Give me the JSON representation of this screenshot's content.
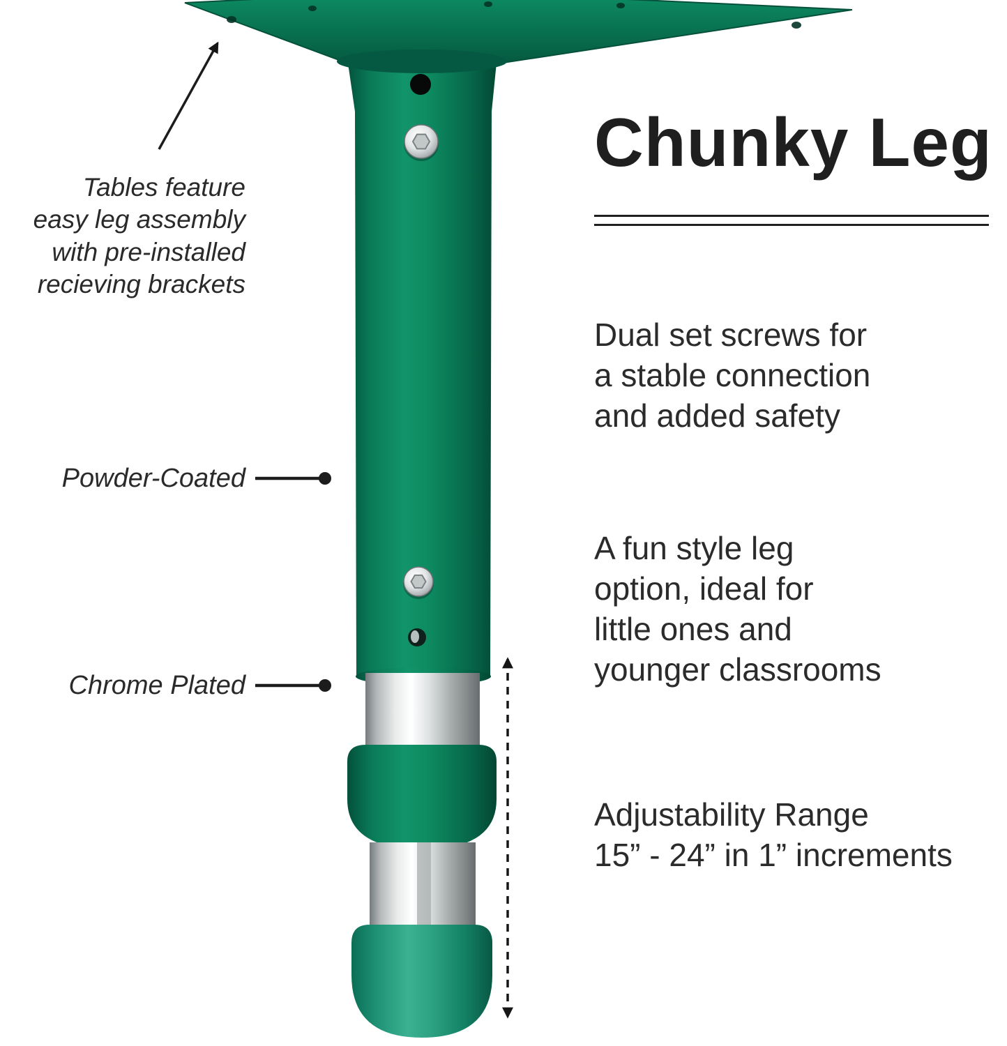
{
  "title": "Chunky Leg",
  "left_callouts": {
    "assembly_lines": [
      "Tables feature",
      "easy leg assembly",
      "with pre-installed",
      "recieving brackets"
    ],
    "powder_coated": "Powder-Coated",
    "chrome_plated": "Chrome Plated"
  },
  "right_features": {
    "dual_screws_lines": [
      "Dual set screws for",
      "a stable connection",
      "and added safety"
    ],
    "fun_style_lines": [
      "A fun style leg",
      "option, ideal for",
      "little ones and",
      "younger classrooms"
    ],
    "adjustability_lines": [
      "Adjustability Range",
      "15” - 24” in 1” increments"
    ]
  },
  "colors": {
    "leg_green": "#0b7d58",
    "foot_teal": "#2aa184",
    "chrome_silver": "#d9dcdd",
    "text_dark": "#1f1f1f"
  }
}
